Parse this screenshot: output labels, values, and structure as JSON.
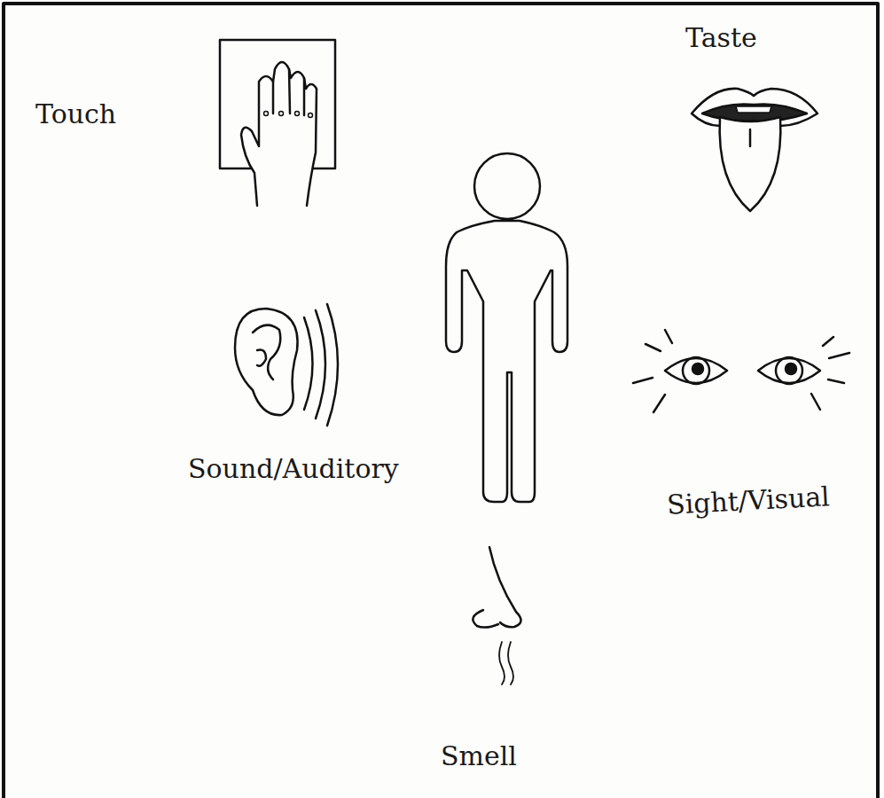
{
  "diagram": {
    "labels": [
      "Touch",
      "Taste",
      "Sound/Auditory",
      "Sight/Visual",
      "Smell"
    ]
  }
}
